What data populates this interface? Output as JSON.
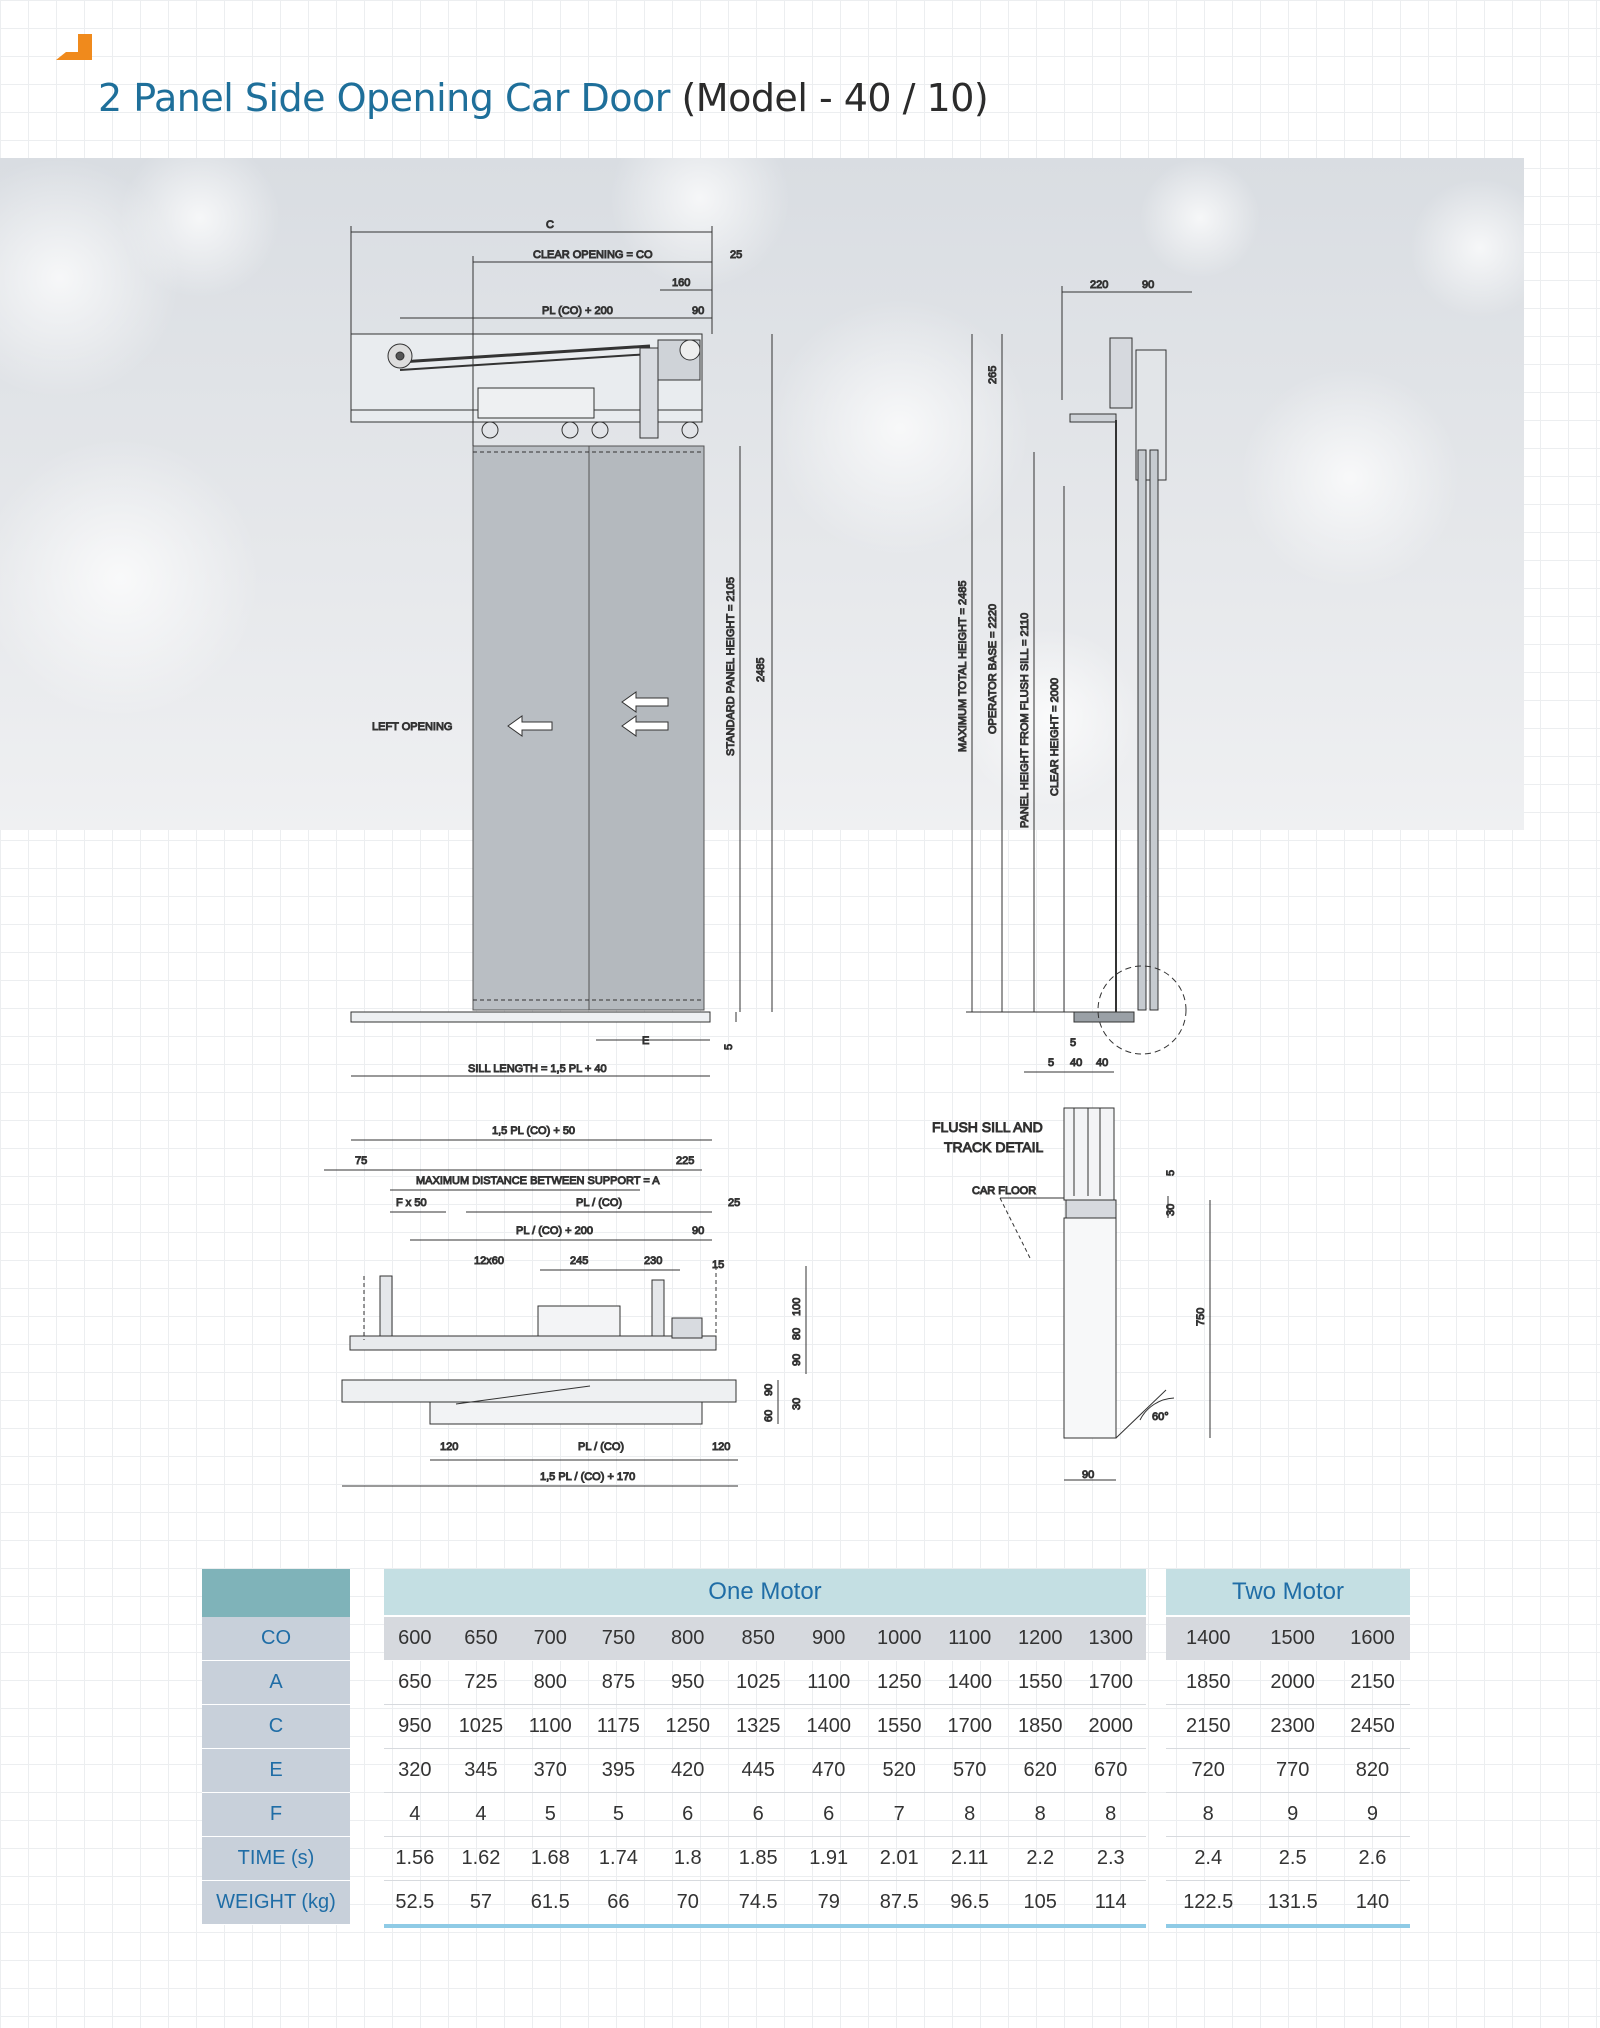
{
  "title": {
    "main": "2 Panel Side Opening Car Door",
    "model": "(Model - 40 / 10)"
  },
  "colors": {
    "title_blue": "#1e6f9a",
    "logo_orange": "#f08a1c",
    "label_blue": "#1f6da6",
    "header_teal": "#7fb3b9",
    "header_light": "#c4dfe3",
    "row_label_bg": "#c8d0da",
    "accent_line": "#8fcbe6"
  },
  "icons": {
    "logo": "orange-chevron-icon"
  },
  "front_view": {
    "c": "C",
    "clear_opening": "CLEAR OPENING = CO",
    "dim_25": "25",
    "dim_160": "160",
    "pl_co_200": "PL (CO) + 200",
    "dim_90": "90",
    "left_opening": "LEFT OPENING",
    "standard_panel_height": "STANDARD PANEL HEIGHT = 2105",
    "dim_2485": "2485",
    "e": "E",
    "dim_5": "5",
    "sill_length": "SILL LENGTH = 1,5 PL + 40"
  },
  "side_view": {
    "dim_220": "220",
    "dim_90": "90",
    "dim_265": "265",
    "max_total_height": "MAXIMUM TOTAL HEIGHT = 2485",
    "operator_base": "OPERATOR BASE = 2220",
    "panel_height_sill": "PANEL HEIGHT FROM FLUSH SILL = 2110",
    "clear_height": "CLEAR HEIGHT = 2000"
  },
  "top_view": {
    "pl_co_50": "1,5 PL (CO) + 50",
    "dim_75": "75",
    "dim_225": "225",
    "max_distance": "MAXIMUM DISTANCE BETWEEN SUPPORT = A",
    "f_x_50": "F x 50",
    "pl_co": "PL / (CO)",
    "dim_25": "25",
    "pl_co_200": "PL / (CO) + 200",
    "dim_90": "90",
    "dim_12x60": "12x60",
    "dim_245": "245",
    "dim_230": "230",
    "dim_15": "15",
    "dim_100": "100",
    "dim_80": "80",
    "dim_90b": "90",
    "dim_90c": "90",
    "dim_60": "60",
    "dim_30": "30",
    "dim_120_left": "120",
    "pl_co_bottom": "PL / (CO)",
    "dim_120_right": "120",
    "pl_co_170": "1,5 PL / (CO) + 170"
  },
  "sill_detail": {
    "dim_5_top": "5",
    "dim_5": "5",
    "dim_40a": "40",
    "dim_40b": "40",
    "title_line1": "FLUSH SILL AND",
    "title_line2": "TRACK DETAIL",
    "car_floor": "CAR FLOOR",
    "dim_5_right": "5",
    "dim_30": "30",
    "dim_750": "750",
    "angle_60": "60°",
    "dim_90_bottom": "90"
  },
  "table": {
    "row_labels": [
      "CO",
      "A",
      "C",
      "E",
      "F",
      "TIME (s)",
      "WEIGHT (kg)"
    ],
    "one_motor": {
      "title": "One Motor",
      "rows": [
        [
          "600",
          "650",
          "700",
          "750",
          "800",
          "850",
          "900",
          "1000",
          "1100",
          "1200",
          "1300"
        ],
        [
          "650",
          "725",
          "800",
          "875",
          "950",
          "1025",
          "1100",
          "1250",
          "1400",
          "1550",
          "1700"
        ],
        [
          "950",
          "1025",
          "1100",
          "1175",
          "1250",
          "1325",
          "1400",
          "1550",
          "1700",
          "1850",
          "2000"
        ],
        [
          "320",
          "345",
          "370",
          "395",
          "420",
          "445",
          "470",
          "520",
          "570",
          "620",
          "670"
        ],
        [
          "4",
          "4",
          "5",
          "5",
          "6",
          "6",
          "6",
          "7",
          "8",
          "8",
          "8"
        ],
        [
          "1.56",
          "1.62",
          "1.68",
          "1.74",
          "1.8",
          "1.85",
          "1.91",
          "2.01",
          "2.11",
          "2.2",
          "2.3"
        ],
        [
          "52.5",
          "57",
          "61.5",
          "66",
          "70",
          "74.5",
          "79",
          "87.5",
          "96.5",
          "105",
          "114"
        ]
      ]
    },
    "two_motor": {
      "title": "Two Motor",
      "rows": [
        [
          "1400",
          "1500",
          "1600"
        ],
        [
          "1850",
          "2000",
          "2150"
        ],
        [
          "2150",
          "2300",
          "2450"
        ],
        [
          "720",
          "770",
          "820"
        ],
        [
          "8",
          "9",
          "9"
        ],
        [
          "2.4",
          "2.5",
          "2.6"
        ],
        [
          "122.5",
          "131.5",
          "140"
        ]
      ]
    }
  }
}
